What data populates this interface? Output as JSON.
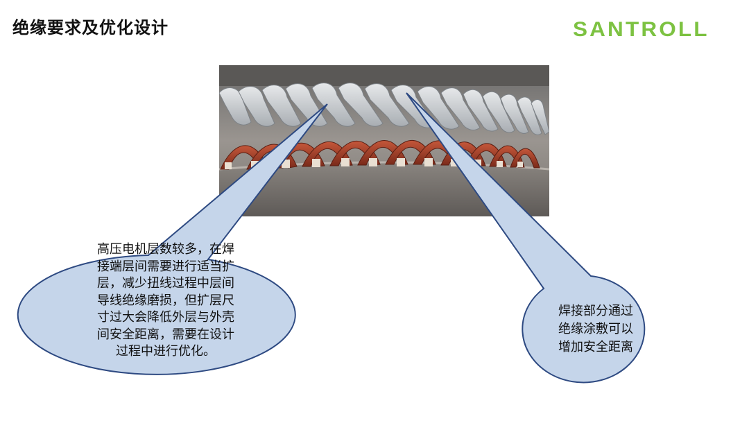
{
  "slide": {
    "title": "绝缘要求及优化设计",
    "logo_text": "SANTROLL",
    "logo_color": "#7dc242"
  },
  "photo": {
    "description_icon": "stator-winding-photo"
  },
  "callouts": {
    "left": {
      "lines": [
        "高压电机层数较多，在焊",
        "接端层间需要进行适当扩",
        "层，减少扭线过程中层间",
        "导线绝缘磨损，但扩层尺",
        "寸过大会降低外层与外壳",
        "间安全距离，需要在设计",
        "过程中进行优化。"
      ]
    },
    "right": {
      "lines": [
        "焊接部分通过",
        "绝缘涂敷可以",
        "增加安全距离"
      ]
    },
    "fill_color": "#c5d5ea",
    "stroke_color": "#2e4a82"
  }
}
